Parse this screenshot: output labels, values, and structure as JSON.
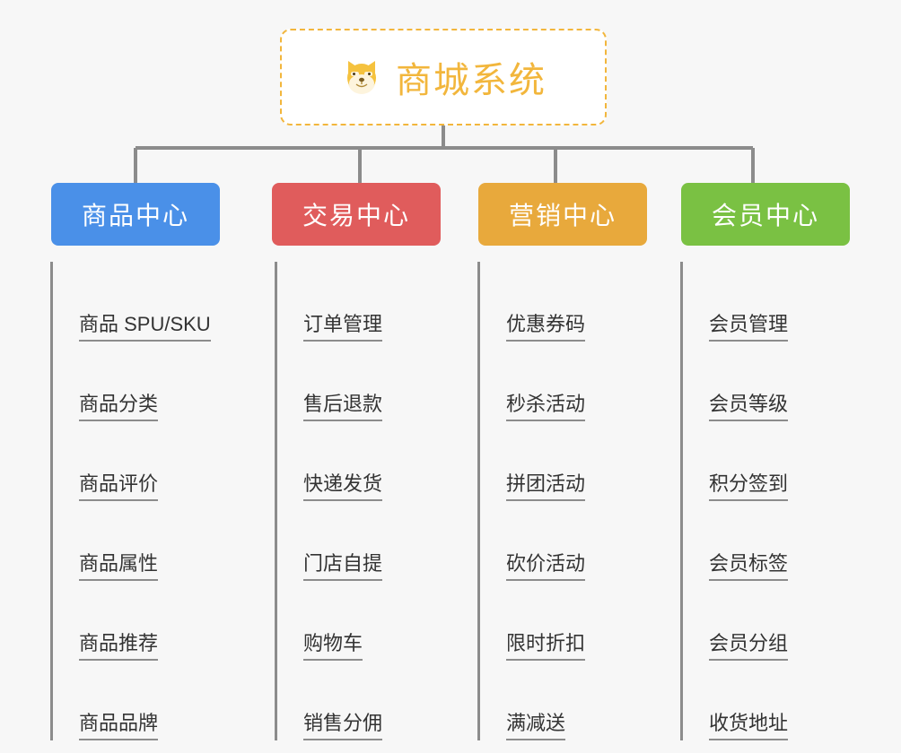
{
  "page": {
    "background_color": "#f7f7f7",
    "line_color": "#8c8c8c"
  },
  "root": {
    "icon": "dog-face-icon",
    "emoji": "🐶",
    "title": "商城系统",
    "title_color": "#f2b63c",
    "border_color": "#f2b63c",
    "border_style": "dashed"
  },
  "columns": [
    {
      "id": "product-center",
      "label": "商品中心",
      "color": "#4a90e8",
      "items": [
        "商品 SPU/SKU",
        "商品分类",
        "商品评价",
        "商品属性",
        "商品推荐",
        "商品品牌"
      ]
    },
    {
      "id": "trade-center",
      "label": "交易中心",
      "color": "#e05c5c",
      "items": [
        "订单管理",
        "售后退款",
        "快递发货",
        "门店自提",
        "购物车",
        "销售分佣"
      ]
    },
    {
      "id": "marketing-center",
      "label": "营销中心",
      "color": "#e8a93c",
      "items": [
        "优惠券码",
        "秒杀活动",
        "拼团活动",
        "砍价活动",
        "限时折扣",
        "满减送"
      ]
    },
    {
      "id": "member-center",
      "label": "会员中心",
      "color": "#7ac143",
      "items": [
        "会员管理",
        "会员等级",
        "积分签到",
        "会员标签",
        "会员分组",
        "收货地址"
      ]
    }
  ]
}
